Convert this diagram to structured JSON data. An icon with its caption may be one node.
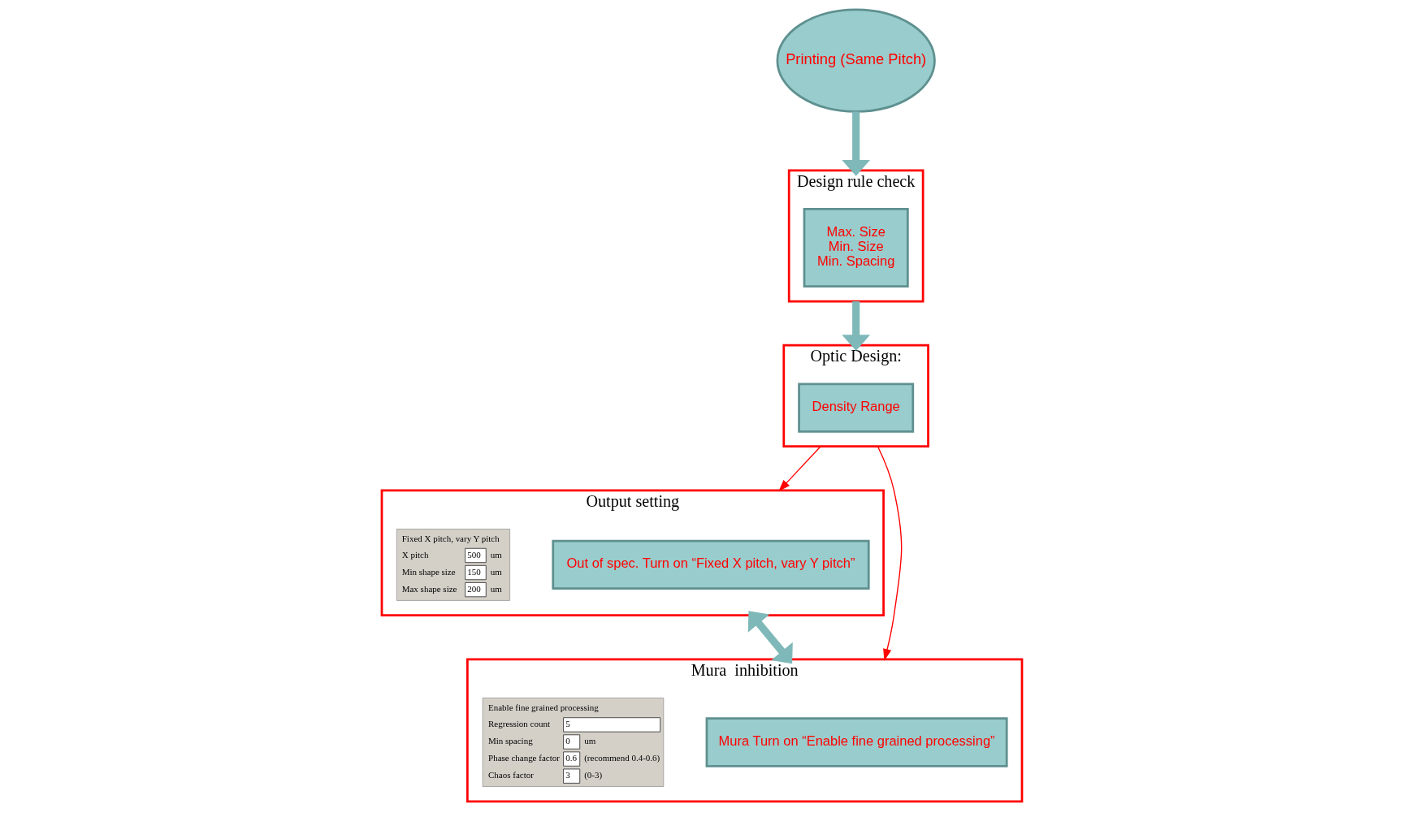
{
  "diagram": {
    "nodes": [
      {
        "text": [
          "Printing (Same Pitch)"
        ]
      },
      {
        "text": [
          "Design rule check"
        ]
      },
      {
        "text": [
          "Max. Size",
          "Min. Size",
          "Min. Spacing"
        ],
        "in": 1
      },
      {
        "text": [
          "Optic Design:"
        ]
      },
      {
        "text": [
          "Density Range"
        ],
        "in": 3
      },
      {
        "text": [
          "Output setting"
        ]
      },
      {
        "text": [
          "Out of spec. Turn on “Fixed X pitch, vary Y pitch”"
        ],
        "in": 5
      },
      {
        "text": [
          "Fixed X pitch, vary Y pitch",
          "X pitch",
          "500",
          "um",
          "Min shape size",
          "150",
          "um",
          "Max shape size",
          "200",
          "um"
        ],
        "in": 5
      },
      {
        "text": [
          "Mura  inhibition"
        ]
      },
      {
        "text": [
          "Mura Turn on “Enable fine grained processing”"
        ],
        "in": 8
      },
      {
        "text": [
          "Enable fine grained processing",
          "Regression count",
          "5",
          "Min spacing",
          "0",
          "um",
          "Phase change factor",
          "0.6",
          "(recommend 0.4-0.6)",
          "Chaos factor",
          "3",
          "(0-3)"
        ],
        "in": 8
      }
    ],
    "edges": [
      {
        "from": 0,
        "to": 1,
        "arrow": "to"
      },
      {
        "from": 1,
        "to": 3,
        "arrow": "to"
      },
      {
        "from": 3,
        "to": 5,
        "arrow": "to",
        "color": "#ff0000"
      },
      {
        "from": 3,
        "to": 8,
        "arrow": "to",
        "color": "#ff0000"
      },
      {
        "from": 5,
        "to": 8,
        "arrow": "both"
      }
    ]
  }
}
